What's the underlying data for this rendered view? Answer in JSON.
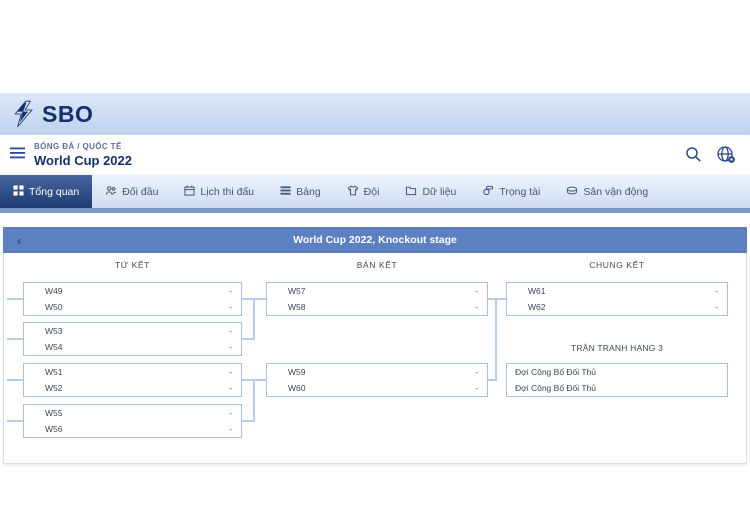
{
  "header": {
    "logo_text": "SBO"
  },
  "subheader": {
    "breadcrumb": "BÓNG ĐÁ / QUỐC TẾ",
    "title": "World Cup 2022",
    "icons": [
      "search-icon",
      "globe-settings-icon"
    ]
  },
  "tabs": [
    {
      "label": "Tổng quan",
      "icon": "grid-icon",
      "active": true
    },
    {
      "label": "Đối đầu",
      "icon": "people-icon",
      "active": false
    },
    {
      "label": "Lịch thi đấu",
      "icon": "calendar-icon",
      "active": false
    },
    {
      "label": "Bảng",
      "icon": "table-icon",
      "active": false
    },
    {
      "label": "Đội",
      "icon": "shirt-icon",
      "active": false
    },
    {
      "label": "Dữ liệu",
      "icon": "folder-icon",
      "active": false
    },
    {
      "label": "Trọng tài",
      "icon": "whistle-icon",
      "active": false
    },
    {
      "label": "Sân vận động",
      "icon": "stadium-icon",
      "active": false
    }
  ],
  "banner": {
    "title": "World Cup 2022, Knockout stage",
    "back_glyph": "‹"
  },
  "bracket": {
    "rounds": [
      {
        "name": "TỨ KẾT",
        "matches": [
          {
            "home": "W49",
            "away": "W50",
            "home_score": "-",
            "away_score": "-"
          },
          {
            "home": "W53",
            "away": "W54",
            "home_score": "-",
            "away_score": "-"
          },
          {
            "home": "W51",
            "away": "W52",
            "home_score": "-",
            "away_score": "-"
          },
          {
            "home": "W55",
            "away": "W56",
            "home_score": "-",
            "away_score": "-"
          }
        ]
      },
      {
        "name": "BÁN KẾT",
        "matches": [
          {
            "home": "W57",
            "away": "W58",
            "home_score": "-",
            "away_score": "-"
          },
          {
            "home": "W59",
            "away": "W60",
            "home_score": "-",
            "away_score": "-"
          }
        ]
      },
      {
        "name": "CHUNG KẾT",
        "matches": [
          {
            "home": "W61",
            "away": "W62",
            "home_score": "-",
            "away_score": "-"
          }
        ]
      }
    ],
    "third_place": {
      "label": "TRẬN TRANH HẠNG 3",
      "home": "Đợi Công Bố Đối Thủ",
      "away": "Đợi Công Bố Đối Thủ"
    }
  },
  "colors": {
    "banner_blue": "#5c80c2",
    "active_tab_navy": "#1e3d74",
    "brand_navy": "#15306b",
    "connector_blue": "#b7cce8",
    "box_border_blue": "#a9c0de",
    "tab_strip_blue": "#7b9ac8"
  }
}
